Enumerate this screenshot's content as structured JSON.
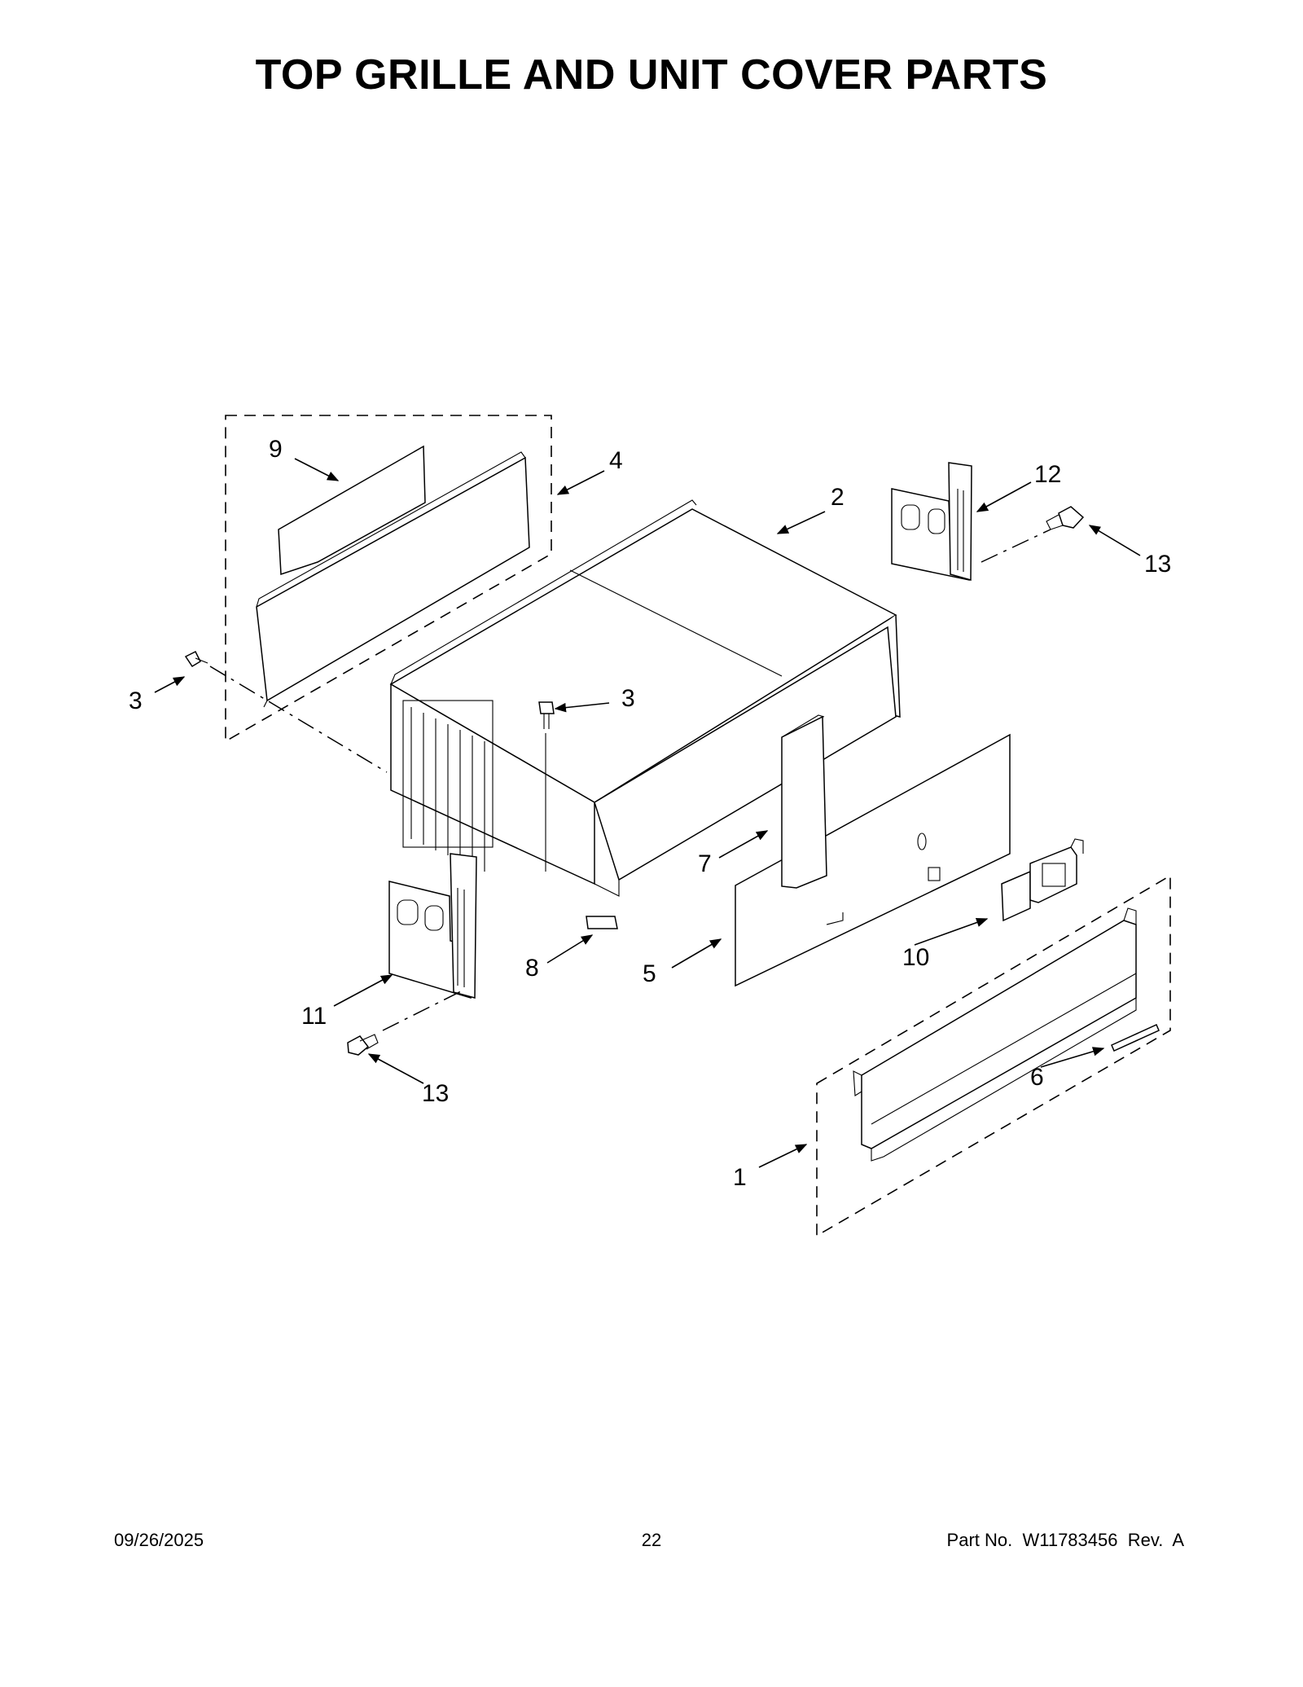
{
  "page": {
    "title": "TOP GRILLE AND UNIT COVER PARTS",
    "footer": {
      "date": "09/26/2025",
      "page_number": "22",
      "part_number": "Part No.  W11783456  Rev.  A"
    }
  },
  "callouts": [
    "9",
    "4",
    "2",
    "12",
    "13",
    "3",
    "3",
    "7",
    "5",
    "10",
    "8",
    "11",
    "13",
    "6",
    "1"
  ]
}
